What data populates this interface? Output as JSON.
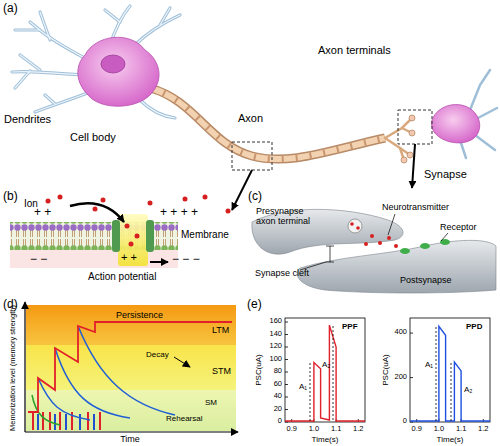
{
  "diagram": {
    "labels": [
      "(a)",
      "Dendrites",
      "Cell body",
      "Axon",
      "Axon terminals",
      "Synapse",
      "(b)",
      "Ion",
      "+ +",
      "+ + + +",
      "− −",
      "− − −",
      "+ +",
      "Membrane",
      "Action potential",
      "(c)",
      "Presynapse axon terminal",
      "Neurotransmitter",
      "Receptor",
      "Synapse cleft",
      "Postsynapse",
      "(d)",
      "Memorization level (memory strength)",
      "Persistence",
      "LTM",
      "Decay",
      "STM",
      "SM",
      "Rehearsal",
      "Time",
      "(e)",
      "0",
      "20",
      "40",
      "60",
      "80",
      "100",
      "120",
      "140",
      "160",
      "PSC(uA)",
      "0.9",
      "1.0",
      "1.1",
      "1.2",
      "Time(s)",
      "PPF",
      "A₁",
      "A₂",
      "PSC(uA)",
      "0",
      "200",
      "400",
      "0.9",
      "1.0",
      "1.1",
      "1.2",
      "Time(s)",
      "PPD",
      "A₁",
      "A₂"
    ]
  }
}
